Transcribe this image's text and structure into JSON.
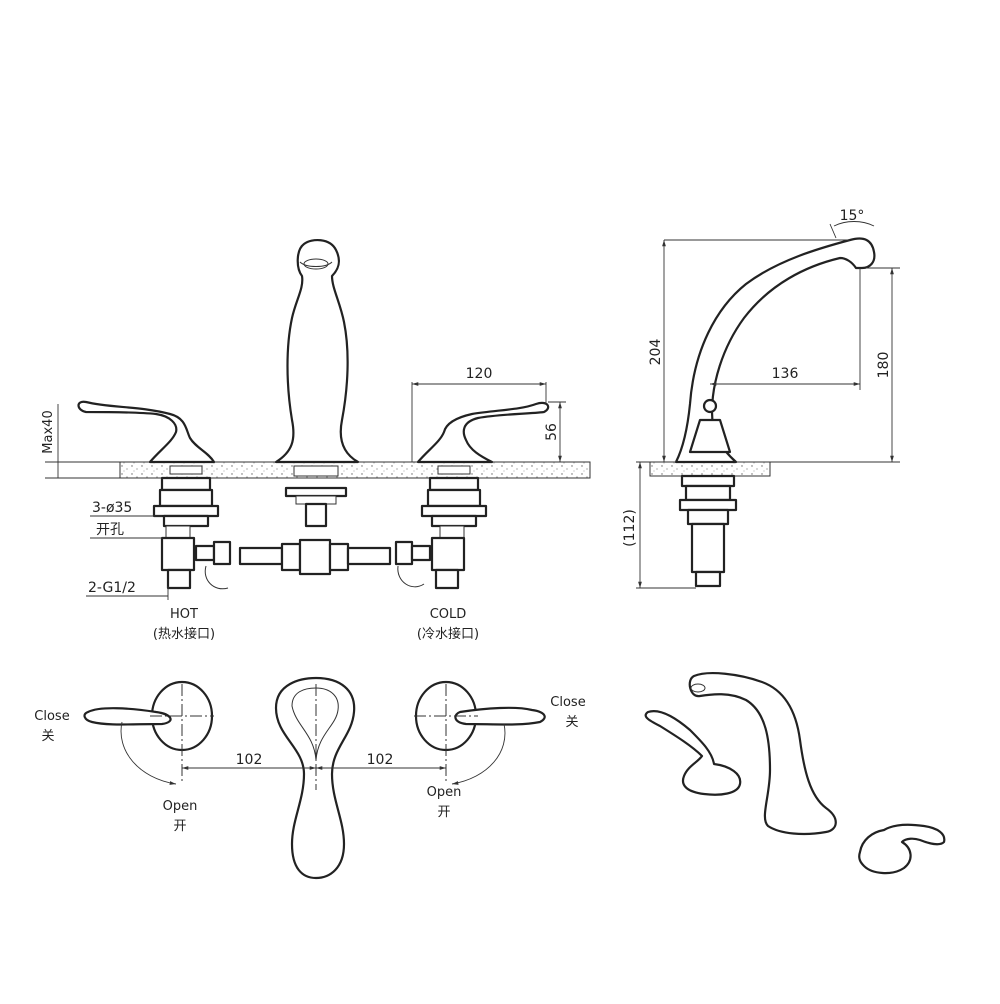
{
  "dimensions": {
    "spread": "120",
    "lever_height": "56",
    "max_deck": "Max40",
    "spout_height": "204",
    "spout_reach": "136",
    "outlet_height": "180",
    "spout_angle": "15°",
    "below_deck": "(112)",
    "spacing_left": "102",
    "spacing_right": "102"
  },
  "notes": {
    "holes": "3-ø35",
    "holes_cn": "开孔",
    "thread": "2-G1/2"
  },
  "labels": {
    "hot": "HOT",
    "hot_cn": "(热水接口)",
    "cold": "COLD",
    "cold_cn": "(冷水接口)",
    "close_left": "Close",
    "close_left_cn": "关",
    "close_right": "Close",
    "close_right_cn": "关",
    "open_left": "Open",
    "open_left_cn": "开",
    "open_right": "Open",
    "open_right_cn": "开"
  }
}
